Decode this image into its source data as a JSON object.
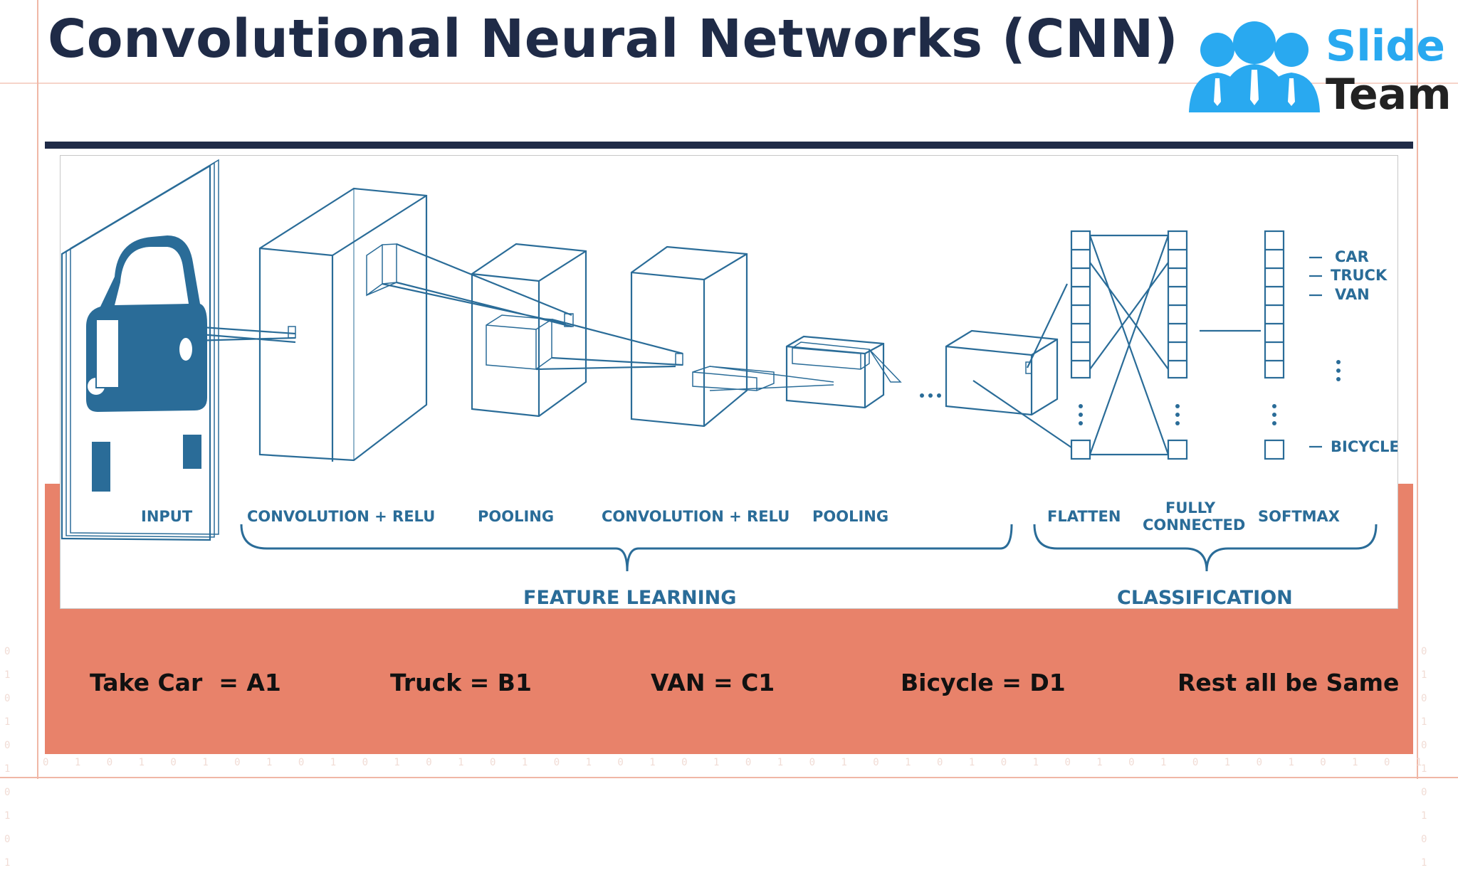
{
  "slide": {
    "title": "Convolutional Neural Networks (CNN)",
    "brand": {
      "word1": "Slide",
      "word2": "Team"
    }
  },
  "diagram": {
    "stage_labels": {
      "input": "INPUT",
      "conv1": "CONVOLUTION + RELU",
      "pool1": "POOLING",
      "conv2": "CONVOLUTION + RELU",
      "pool2": "POOLING",
      "flatten": "FLATTEN",
      "fully_line1": "FULLY",
      "fully_line2": "CONNECTED",
      "softmax": "SOFTMAX"
    },
    "group_labels": {
      "feature": "FEATURE LEARNING",
      "classification": "CLASSIFICATION"
    },
    "outputs": [
      "CAR",
      "TRUCK",
      "VAN",
      "BICYCLE"
    ]
  },
  "assignments": [
    "Take Car  = A1",
    "Truck = B1",
    "VAN = C1",
    "Bicycle = D1",
    "Rest all be Same"
  ],
  "colors": {
    "title": "#1f2b47",
    "diagram_line": "#2a6c98",
    "diagram_text": "#2a6c98",
    "band": "#e8826a",
    "logo_blue": "#29a9f0"
  }
}
